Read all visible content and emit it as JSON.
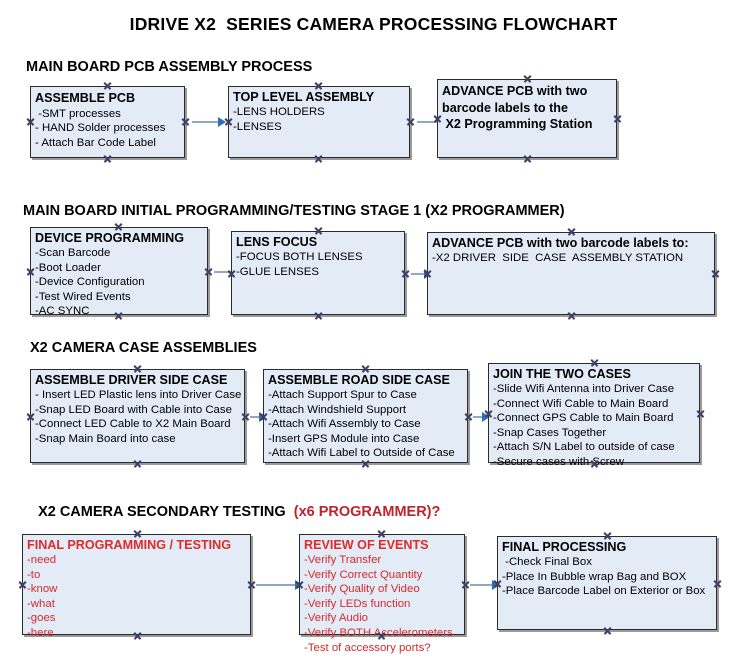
{
  "title": "IDRIVE X2  SERIES CAMERA PROCESSING FLOWCHART",
  "colors": {
    "box_fill": "#e3ebf7",
    "box_border": "#2b2b2b",
    "connector": "#8ea9c6",
    "arrowhead": "#2f6fb5",
    "accent_red": "#c0232b",
    "text": "#000000"
  },
  "sections": [
    {
      "header": "MAIN BOARD PCB ASSEMBLY PROCESS",
      "header_accent": "",
      "nodes": [
        {
          "title": "ASSEMBLE PCB",
          "lines": [
            " -SMT processes",
            "- HAND Solder processes",
            "- Attach Bar Code Label"
          ]
        },
        {
          "title": "TOP LEVEL ASSEMBLY",
          "lines": [
            "-LENS HOLDERS",
            "-LENSES"
          ]
        },
        {
          "title": "ADVANCE PCB with two\nbarcode labels to the\n X2 Programming Station",
          "lines": []
        }
      ]
    },
    {
      "header": "MAIN BOARD INITIAL PROGRAMMING/TESTING STAGE 1 (X2 PROGRAMMER)",
      "header_accent": "",
      "nodes": [
        {
          "title": "DEVICE PROGRAMMING",
          "lines": [
            "-Scan Barcode",
            "-Boot Loader",
            "-Device Configuration",
            "-Test Wired Events",
            "-AC SYNC"
          ]
        },
        {
          "title": "LENS FOCUS",
          "lines": [
            "-FOCUS BOTH LENSES",
            "-GLUE LENSES"
          ]
        },
        {
          "title": "ADVANCE PCB with two barcode labels to:",
          "lines": [
            "-X2 DRIVER  SIDE  CASE  ASSEMBLY STATION"
          ]
        }
      ]
    },
    {
      "header": "X2 CAMERA CASE ASSEMBLIES",
      "header_accent": "",
      "nodes": [
        {
          "title": "ASSEMBLE DRIVER SIDE CASE",
          "lines": [
            "- Insert LED Plastic lens into Driver Case",
            "-Snap LED Board with Cable into Case",
            "-Connect LED Cable to X2 Main Board",
            "-Snap Main Board into case"
          ]
        },
        {
          "title": "ASSEMBLE ROAD SIDE CASE",
          "lines": [
            "-Attach Support Spur to Case",
            "-Attach Windshield Support",
            "-Attach Wifi Assembly to Case",
            "-Insert GPS Module into Case",
            "-Attach Wifi Label to Outside of Case"
          ]
        },
        {
          "title": "JOIN THE TWO CASES",
          "lines": [
            "-Slide Wifi Antenna into Driver Case",
            "-Connect Wifi Cable to Main Board",
            "-Connect GPS Cable to Main Board",
            "-Snap Cases Together",
            "-Attach S/N Label to outside of case",
            "-Secure cases with Screw"
          ]
        }
      ]
    },
    {
      "header": "X2 CAMERA SECONDARY TESTING  ",
      "header_accent": "(x6 PROGRAMMER)?",
      "nodes": [
        {
          "title": "FINAL PROGRAMMING / TESTING",
          "lines": [
            "-need",
            "-to",
            "-know",
            "-what",
            "-goes",
            "-here"
          ]
        },
        {
          "title": "REVIEW OF EVENTS",
          "lines": [
            "-Verify Transfer",
            "-Verify Correct Quantity",
            "-Verify Quality of Video",
            "-Verify LEDs function",
            "-Verify Audio",
            "-Verify BOTH Accelerometers",
            "-Test of accessory ports?"
          ]
        },
        {
          "title": "FINAL PROCESSING",
          "lines": [
            " -Check Final Box",
            "-Place In Bubble wrap Bag and BOX",
            "-Place Barcode Label on Exterior or Box"
          ]
        }
      ]
    }
  ]
}
